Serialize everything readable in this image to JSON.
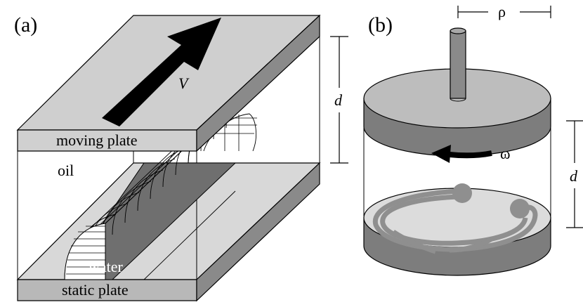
{
  "panel_a": {
    "tag": "(a)",
    "velocity_symbol": "V",
    "gap_symbol": "d",
    "moving_plate_label": "moving plate",
    "oil_label": "oil",
    "water_label": "water",
    "static_plate_label": "static plate"
  },
  "panel_b": {
    "tag": "(b)",
    "radius_symbol": "ρ",
    "omega_symbol": "ω",
    "gap_symbol": "d"
  },
  "colors": {
    "plate_top": "#cfcfcf",
    "plate_front": "#b0b0b0",
    "plate_side": "#8a8a8a",
    "cylinder_top": "#bdbdbd",
    "cylinder_side": "#7d7d7d",
    "pattern_base": "#dcdcdc",
    "pattern_lines": "#8f8f8f",
    "water_fill": "#6f6f6f"
  },
  "icons": [
    "velocity-arrow-icon",
    "rotation-arrow-icon"
  ]
}
